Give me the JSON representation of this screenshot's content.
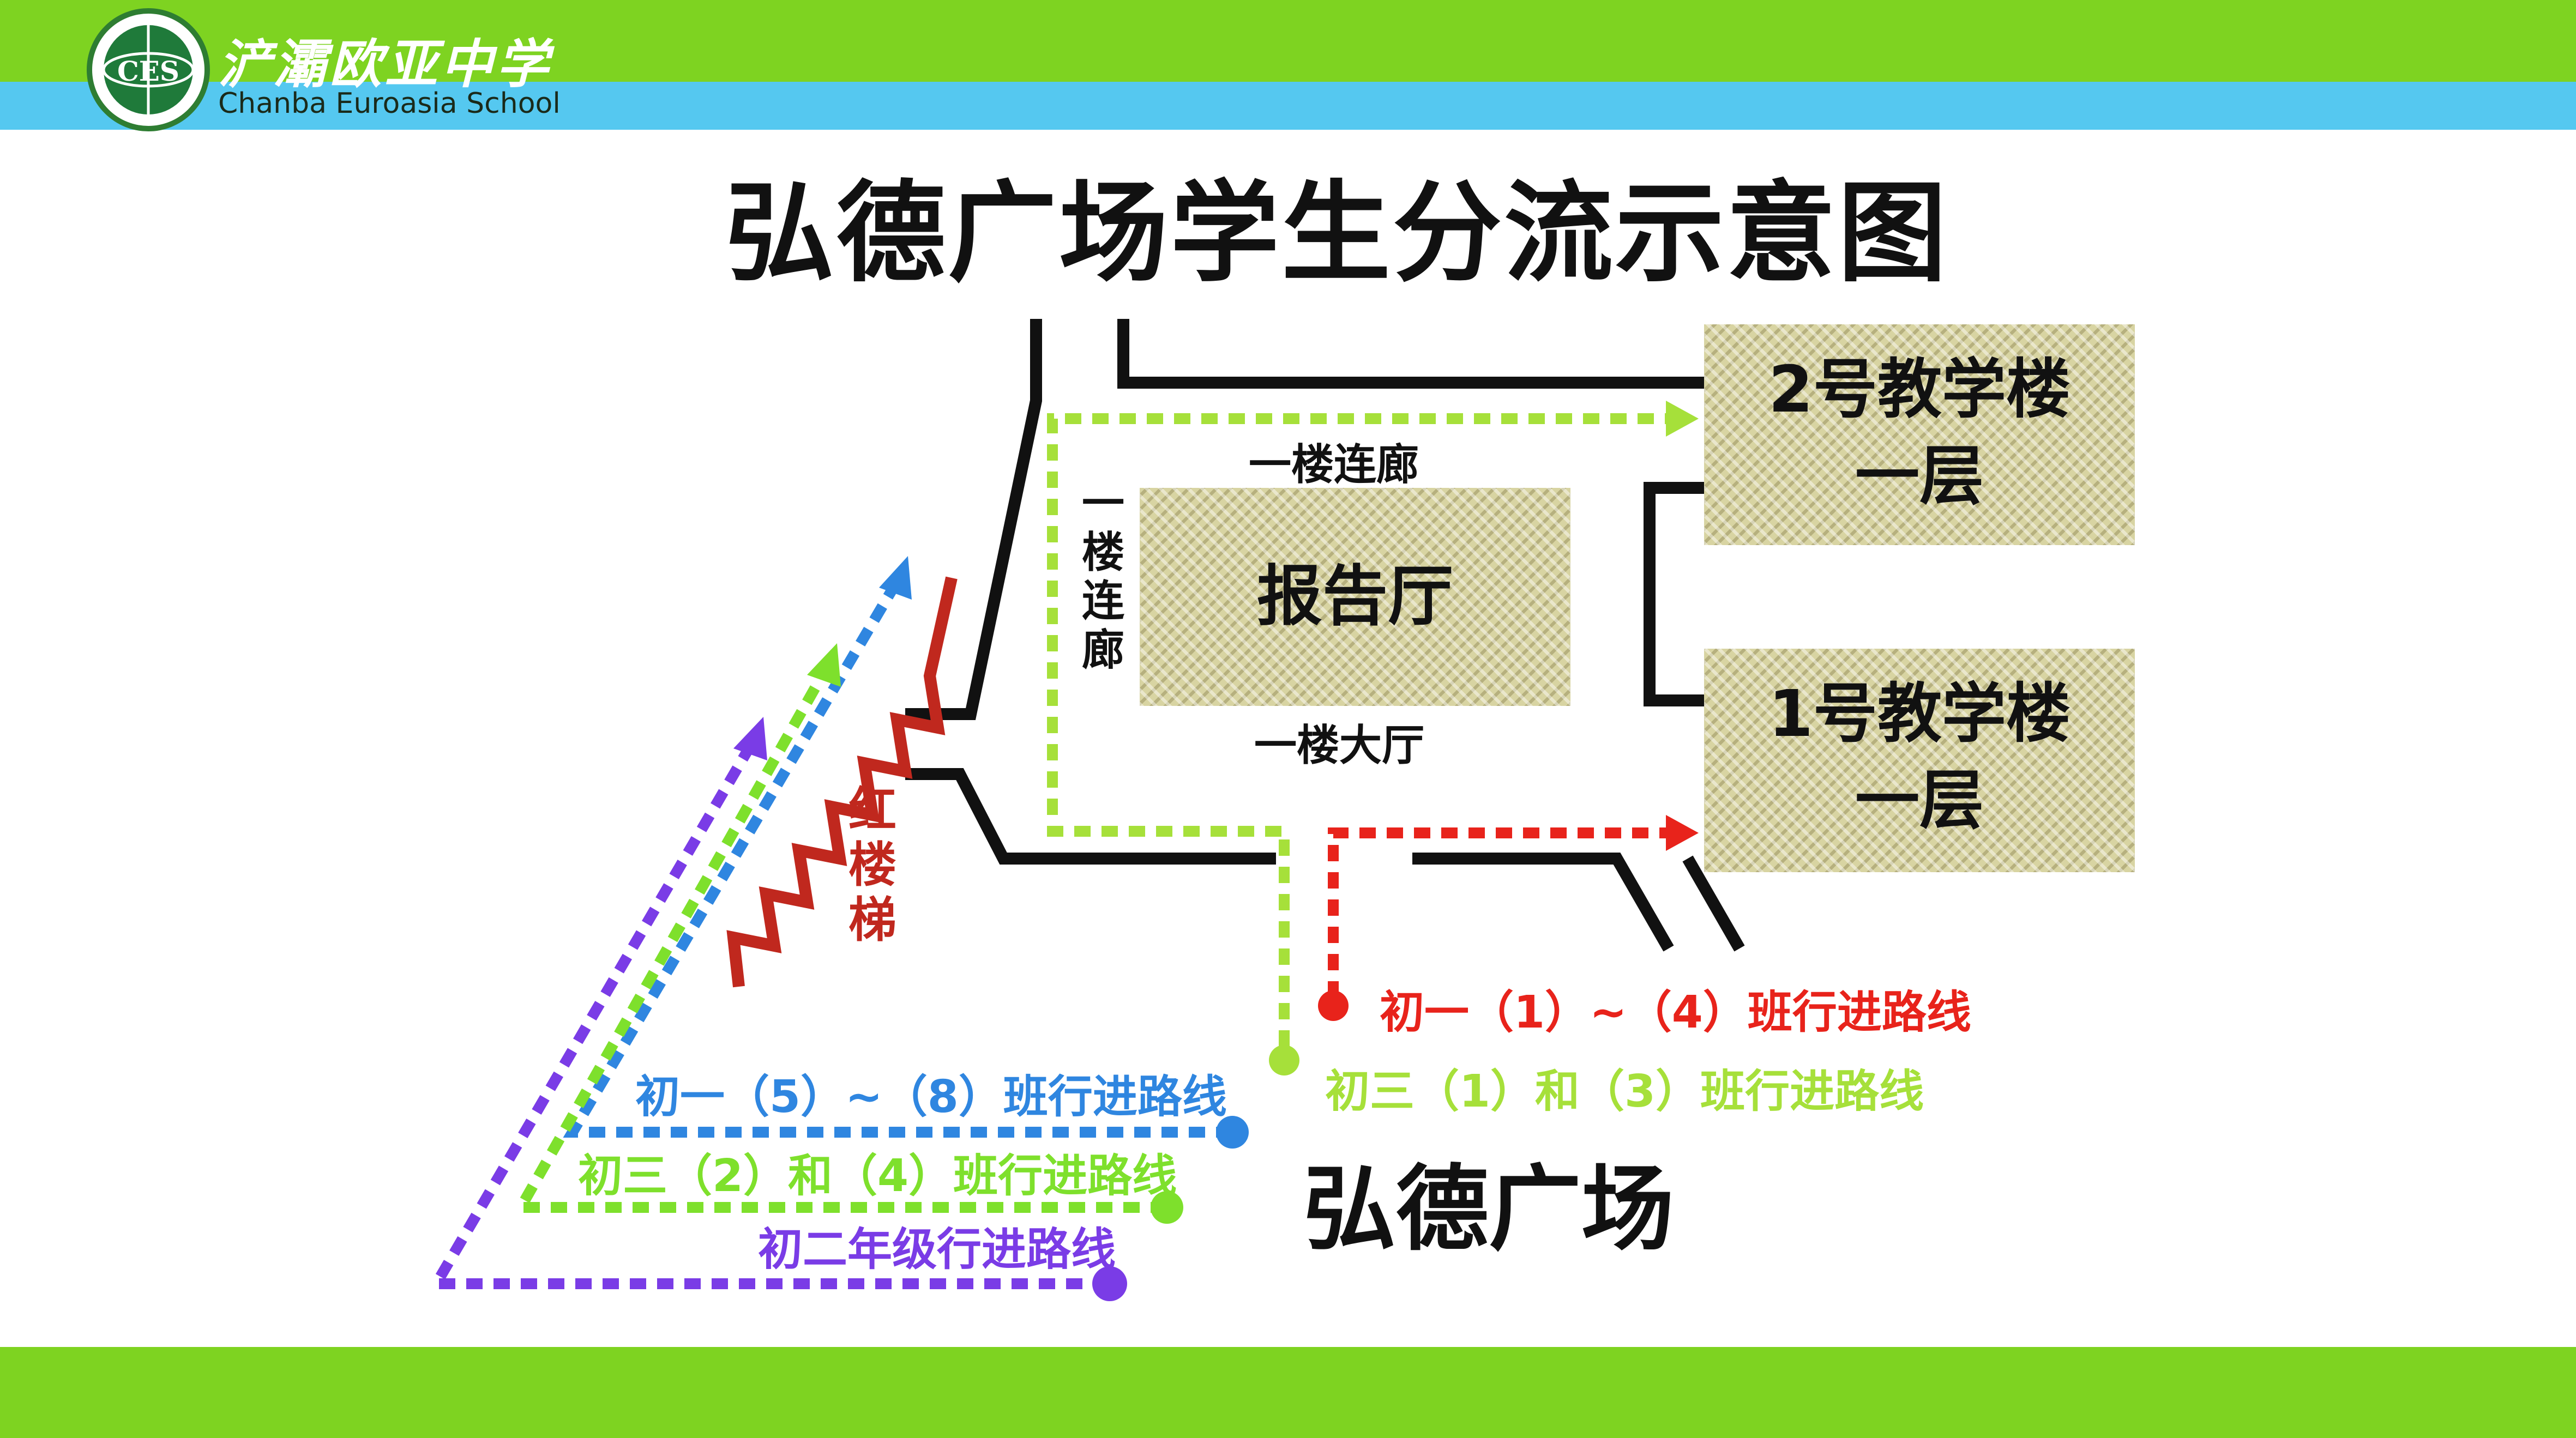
{
  "header": {
    "school_name_cn": "浐灞欧亚中学",
    "school_name_en": "Chanba Euroasia School",
    "logo_initials": "CES"
  },
  "title": "弘德广场学生分流示意图",
  "buildings": {
    "building2": [
      "2号教学楼",
      "一层"
    ],
    "building1": [
      "1号教学楼",
      "一层"
    ],
    "hall": "报告厅"
  },
  "labels": {
    "corridor_top": "一楼连廊",
    "corridor_left": [
      "一",
      "楼",
      "连",
      "廊"
    ],
    "lobby": "一楼大厅",
    "stairs": [
      "红",
      "楼",
      "梯"
    ],
    "plaza": "弘德广场"
  },
  "routes": [
    {
      "label": "初一（1）~（4）班行进路线",
      "color": "#e8231b"
    },
    {
      "label": "初三（1）和（3）班行进路线",
      "color": "#a6e03a"
    },
    {
      "label": "初一（5）~（8）班行进路线",
      "color": "#2f86e0"
    },
    {
      "label": "初三（2）和（4）班行进路线",
      "color": "#7ee02c"
    },
    {
      "label": "初二年级行进路线",
      "color": "#7a3ce6"
    }
  ],
  "colors": {
    "band_green": "#7ed321",
    "band_blue": "#55c8f0",
    "stairs_red": "#c0281e",
    "wall": "#111111"
  }
}
